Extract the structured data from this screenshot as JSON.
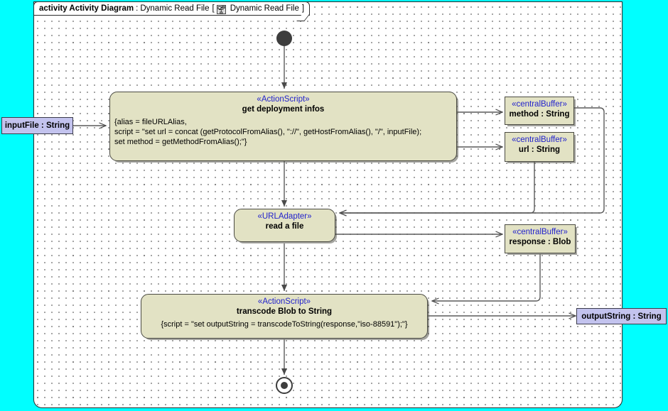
{
  "frame": {
    "keyword": "activity Activity Diagram",
    "separator": ":",
    "name": "Dynamic Read File",
    "bracket_open": "[",
    "bracket_close": "]",
    "ref_name": "Dynamic Read File",
    "icon": "activity-diagram-icon"
  },
  "colors": {
    "page_background": "#00FFFF",
    "canvas": "#FFFFFF",
    "node_fill": "#E2E2C4",
    "node_border": "#4A4A42",
    "pin_fill": "#C3C3EE",
    "stereotype_text": "#2222CC",
    "edge": "#555555"
  },
  "nodes": {
    "initial": {
      "label": "initial-node"
    },
    "get_deployment_infos": {
      "stereotype": "«ActionScript»",
      "name": "get deployment infos",
      "body": "{alias = fileURLAlias,\nscript = \"set url = concat (getProtocolFromAlias(), \"://\", getHostFromAlias(), \"/\", inputFile);\nset method = getMethodFromAlias();\"}"
    },
    "read_a_file": {
      "stereotype": "«URLAdapter»",
      "name": "read a file"
    },
    "transcode": {
      "stereotype": "«ActionScript»",
      "name": "transcode Blob to String",
      "body": "{script = \"set outputString = transcodeToString(response,\"iso-88591\");\"}"
    },
    "buffer_method": {
      "stereotype": "«centralBuffer»",
      "name": "method : String"
    },
    "buffer_url": {
      "stereotype": "«centralBuffer»",
      "name": "url : String"
    },
    "buffer_response": {
      "stereotype": "«centralBuffer»",
      "name": "response : Blob"
    },
    "final": {
      "label": "activity-final-node"
    }
  },
  "pins": {
    "input": {
      "name": "inputFile : String"
    },
    "output": {
      "name": "outputString : String"
    }
  }
}
